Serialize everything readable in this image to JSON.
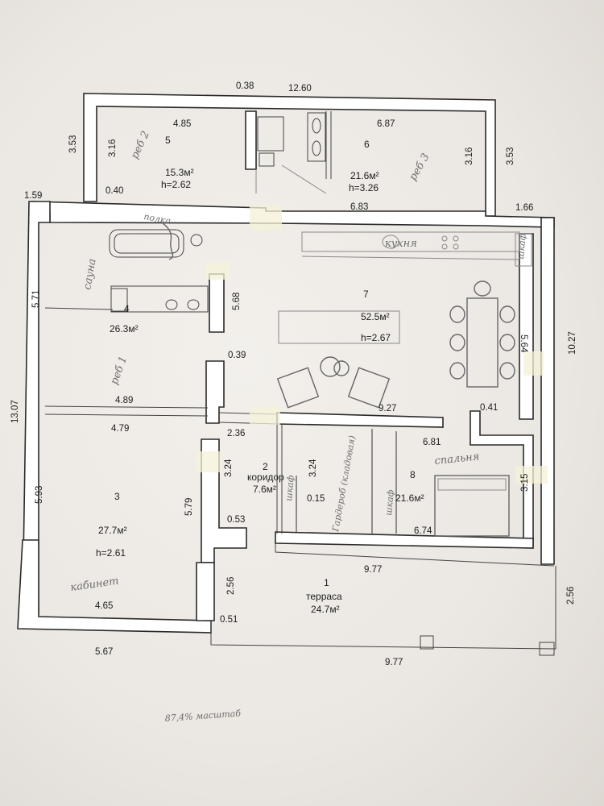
{
  "dimensions": {
    "top_total": "12.60",
    "top_small": "0.38",
    "r5_width": "4.85",
    "r5_height": "3.16",
    "r5_outer": "3.53",
    "r5_wall": "0.40",
    "left_offset": "1.59",
    "r6_width": "6.87",
    "r6_height": "3.16",
    "r6_outer": "3.53",
    "r6_bottom": "6.83",
    "right_offset": "1.66",
    "r4_height": "5.71",
    "r4_inner": "5.68",
    "r4_width": "4.89",
    "r3_top": "4.79",
    "r3_height": "5.93",
    "r3_inner": "5.79",
    "r3_width": "4.65",
    "total_height": "13.07",
    "wall_039": "0.39",
    "r2_top": "2.36",
    "r2_left": "3.24",
    "r2_right": "3.24",
    "r2_wall": "0.15",
    "r2_bottom": "0.53",
    "r7_bottom": "9.27",
    "r7_side": "5.64",
    "right_total": "10.27",
    "wall_041": "0.41",
    "r8_top": "6.81",
    "r8_height": "3.15",
    "r8_bottom": "6.74",
    "terrace_top": "9.77",
    "terrace_left": "2.56",
    "terrace_right": "2.56",
    "terrace_wall": "0.51",
    "bottom_left": "5.67",
    "bottom_right": "9.77"
  },
  "rooms": {
    "r1": {
      "num": "1",
      "name": "терраса",
      "area": "24.7м²"
    },
    "r2": {
      "num": "2",
      "name": "коридор",
      "area": "7.6м²"
    },
    "r3": {
      "num": "3",
      "area": "27.7м²",
      "height": "h=2.61"
    },
    "r4": {
      "num": "4",
      "area": "26.3м²"
    },
    "r5": {
      "num": "5",
      "area": "15.3м²",
      "height": "h=2.62"
    },
    "r6": {
      "num": "6",
      "area": "21.6м²",
      "height": "h=3.26"
    },
    "r7": {
      "num": "7",
      "area": "52.5м²",
      "height": "h=2.67"
    },
    "r8": {
      "num": "8",
      "area": "21.6м²"
    }
  },
  "handwritten": {
    "child2": "реб 2",
    "child3": "реб 3",
    "child1": "реб 1",
    "shelf": "полка",
    "sauna": "сауна",
    "kitchen": "кухня",
    "bedroom": "спальня",
    "office": "кабинет",
    "closet1": "шкаф",
    "closet2": "шкаф",
    "closet3": "шкаф",
    "wardrobe": "Гардероб (кладовая)",
    "scale_note": "87,4% масштаб"
  }
}
